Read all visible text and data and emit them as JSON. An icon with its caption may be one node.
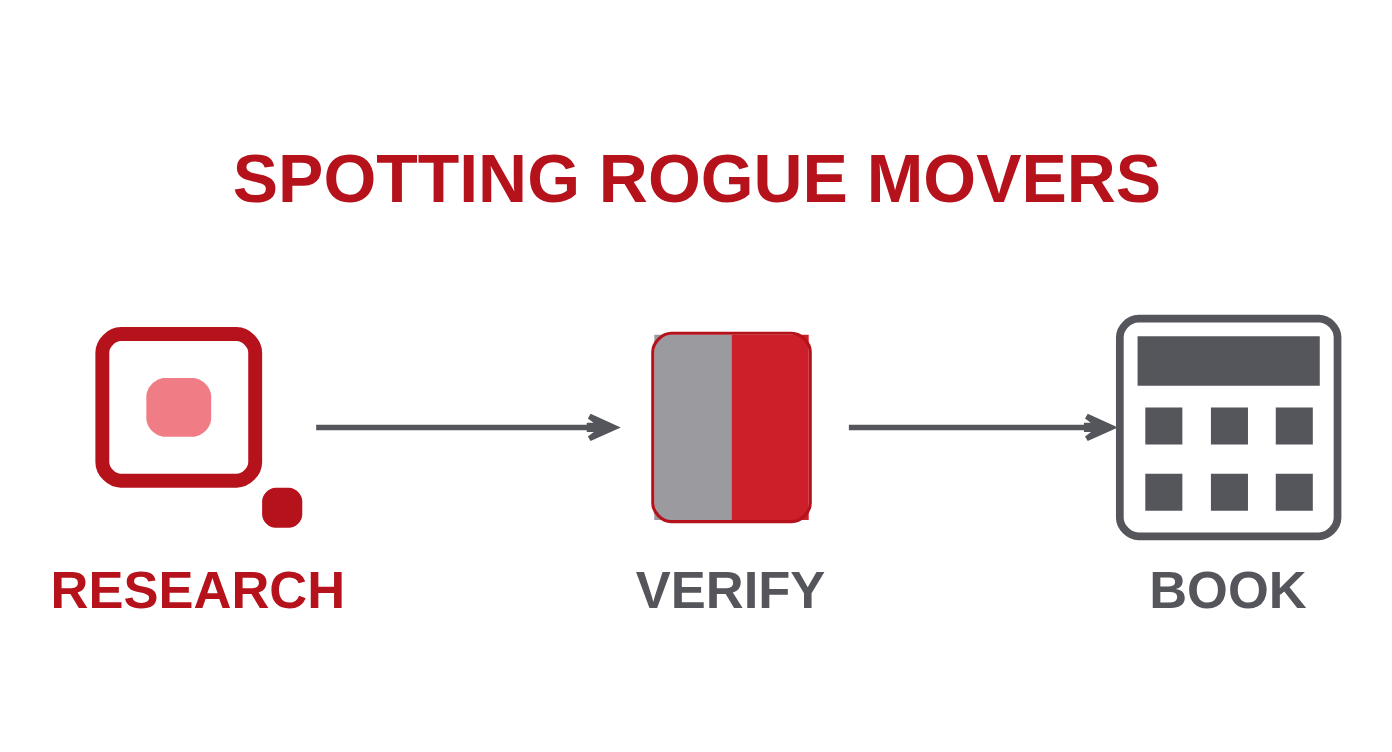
{
  "diagram": {
    "title": "SPOTTING ROGUE MOVERS",
    "nodes": [
      {
        "text": [
          "RESEARCH"
        ]
      },
      {
        "text": [
          "VERIFY"
        ]
      },
      {
        "text": [
          "BOOK"
        ]
      }
    ],
    "edges": [
      {
        "from": 0,
        "to": 1,
        "arrow": "to"
      },
      {
        "from": 1,
        "to": 2,
        "arrow": "to"
      }
    ]
  }
}
